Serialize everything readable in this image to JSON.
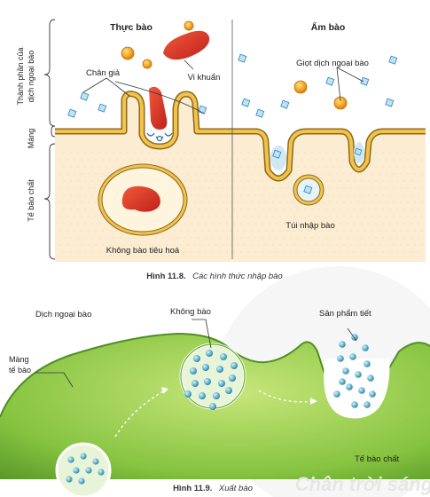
{
  "figure1": {
    "heading_left": "Thực bào",
    "heading_right": "Ẩm bào",
    "side_labels": {
      "extracellular_line1": "Thành phần của",
      "extracellular_line2": "dịch ngoại bào",
      "membrane": "Màng",
      "cytoplasm": "Tế bào chất"
    },
    "labels": {
      "pseudopod": "Chân giả",
      "bacterium": "Vi khuẩn",
      "droplet": "Giọt dịch ngoại bào",
      "digestive_vacuole": "Không bào tiêu hoá",
      "vesicle": "Túi nhập bào"
    },
    "caption_bold": "Hình 11.8.",
    "caption_italic": "Các hình thức nhập bào"
  },
  "figure2": {
    "labels": {
      "extracellular": "Dịch ngoại bào",
      "membrane_line1": "Màng",
      "membrane_line2": "tế bào",
      "vacuole": "Không bào",
      "product": "Sản phẩm tiết",
      "cytoplasm": "Tế bào chất"
    },
    "caption_bold": "Hình 11.9.",
    "caption_italic": "Xuất bào"
  },
  "watermark": "Chân trời sáng tạo",
  "colors": {
    "membrane": "#e8b23c",
    "membrane_dark": "#8a6a20",
    "cytoplasm": "#fbecd2",
    "bacterium": "#d9301e",
    "orange_dot": "#f29a1c",
    "blue_cube": "#7fc2e8",
    "green_cell": "#8cc63f",
    "green_dark": "#5aa02c"
  }
}
